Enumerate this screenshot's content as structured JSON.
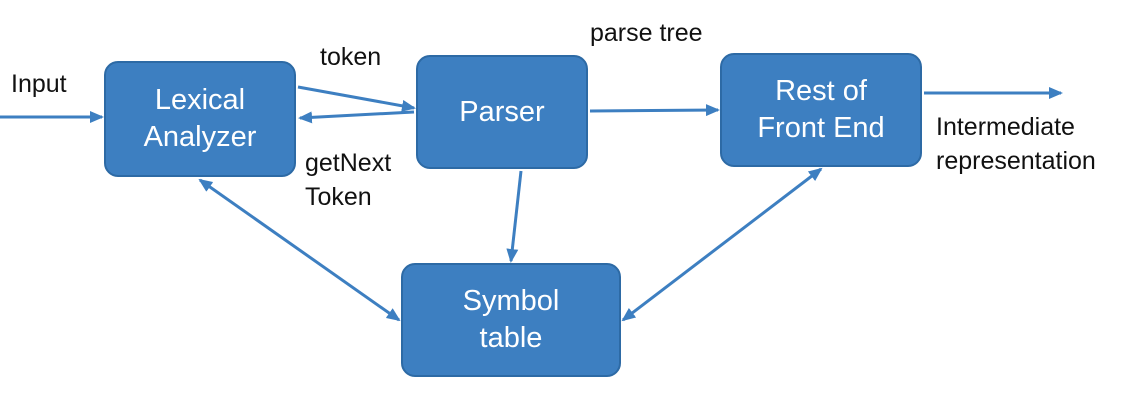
{
  "diagram": {
    "nodes": {
      "lexical_analyzer": "Lexical\nAnalyzer",
      "parser": "Parser",
      "rest_of_front_end": "Rest of\nFront End",
      "symbol_table": "Symbol\ntable"
    },
    "labels": {
      "input": "Input",
      "token": "token",
      "get_next_token": "getNext\nToken",
      "parse_tree": "parse tree",
      "intermediate_representation": "Intermediate\nrepresentation"
    },
    "edges": [
      {
        "from": "input",
        "to": "lexical_analyzer",
        "label": "Input"
      },
      {
        "from": "lexical_analyzer",
        "to": "parser",
        "label": "token"
      },
      {
        "from": "parser",
        "to": "lexical_analyzer",
        "label": "getNext\nToken"
      },
      {
        "from": "parser",
        "to": "rest_of_front_end",
        "label": "parse tree"
      },
      {
        "from": "rest_of_front_end",
        "to": "output",
        "label": "Intermediate\nrepresentation"
      },
      {
        "from": "parser",
        "to": "symbol_table",
        "label": ""
      },
      {
        "from": "lexical_analyzer",
        "to": "symbol_table",
        "label": "",
        "bidirectional": true
      },
      {
        "from": "rest_of_front_end",
        "to": "symbol_table",
        "label": "",
        "bidirectional": true
      }
    ],
    "colors": {
      "box_fill": "#3d7fc1",
      "box_border": "#2d6aa5",
      "arrow": "#3d7fc1",
      "box_text": "#ffffff",
      "label_text": "#111111"
    }
  }
}
